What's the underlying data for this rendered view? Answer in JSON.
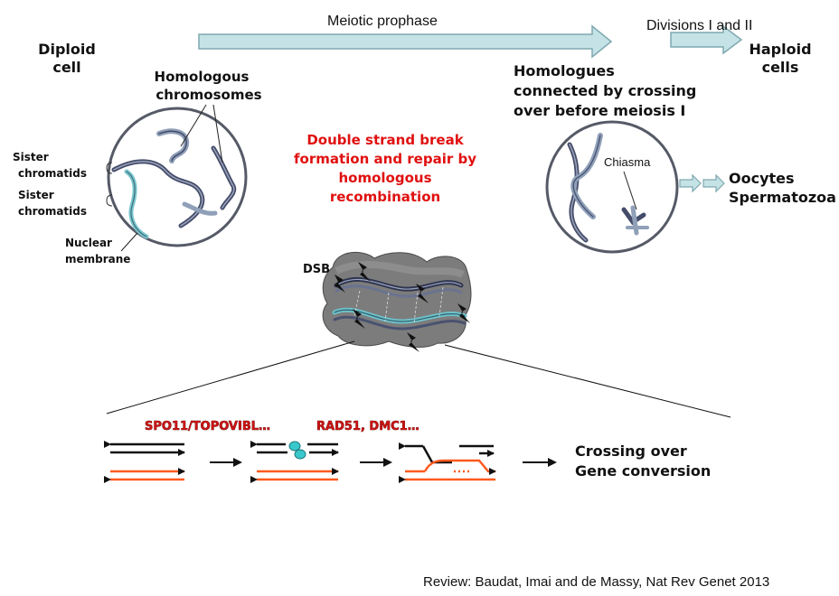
{
  "stages": {
    "prophase": "Meiotic prophase",
    "divisions": "Divisions I and II",
    "diploid": [
      "Diploid",
      "cell"
    ],
    "haploid": [
      "Haploid",
      "cells"
    ]
  },
  "cell_labels": {
    "homologous": [
      "Homologous",
      "chromosomes"
    ],
    "sister1": [
      "Sister",
      "chromatids"
    ],
    "sister2": [
      "Sister",
      "chromatids"
    ],
    "nuclear": [
      "Nuclear",
      "membrane"
    ]
  },
  "center": {
    "dsb_repair": [
      "Double strand break",
      "formation and repair by",
      "homologous",
      "recombination"
    ]
  },
  "right": {
    "homologues": [
      "Homologues",
      "connected by crossing",
      "over before meiosis I"
    ],
    "chiasma": "Chiasma",
    "gametes": [
      "Oocytes",
      "Spermatozoa"
    ]
  },
  "dsb": {
    "label": "DSB"
  },
  "mechanism": {
    "protein1": "SPO11/TOPOVIBL…",
    "protein2": "RAD51, DMC1…",
    "outcome": [
      "Crossing over",
      "Gene conversion"
    ]
  },
  "reference": "Review:  Baudat, Imai and de Massy, Nat Rev Genet 2013",
  "colors": {
    "arrow_fill": "#c5e3e6",
    "arrow_stroke": "#7fa8b0",
    "chromatid_dark": "#454c6a",
    "chromatid_light": "#8fa0b8",
    "chromatid_teal": "#7cc7d0",
    "strand_black": "#111111",
    "strand_orange": "#ff5a1f",
    "red_text": "#e01010",
    "protein_cyan": "#38c8cc"
  }
}
